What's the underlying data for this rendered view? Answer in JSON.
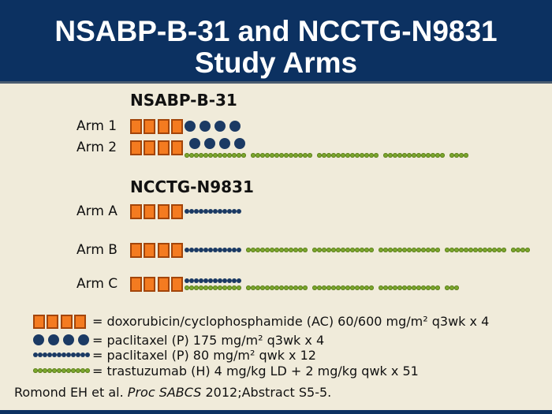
{
  "title": {
    "line1": "NSABP-B-31 and NCCTG-N9831",
    "line2": "Study Arms"
  },
  "colors": {
    "header_bg": "#0c3161",
    "body_bg": "#f0ebda",
    "separator": "#4a5c70",
    "ac_square_fill": "#f47b20",
    "ac_square_border": "#a3450a",
    "paclitaxel_navy": "#1b3a64",
    "trastuzumab_green": "#7ca82e"
  },
  "studies": [
    {
      "heading": "NSABP-B-31",
      "arms": [
        {
          "label": "Arm 1",
          "segments": [
            {
              "kind": "squares",
              "count": 4
            },
            {
              "kind": "circles",
              "count": 4
            }
          ]
        },
        {
          "label": "Arm 2",
          "segments": [
            {
              "kind": "squares",
              "count": 4
            },
            {
              "kind": "stack",
              "top": [
                {
                  "kind": "circles",
                  "count": 4
                }
              ],
              "bottom": [
                {
                  "kind": "dotgroups",
                  "color": "green",
                  "groups": [
                    13,
                    13,
                    13,
                    13,
                    4
                  ]
                }
              ]
            }
          ]
        }
      ]
    },
    {
      "heading": "NCCTG-N9831",
      "arms": [
        {
          "label": "Arm A",
          "segments": [
            {
              "kind": "squares",
              "count": 4
            },
            {
              "kind": "dotgroups",
              "color": "navy",
              "groups": [
                12
              ]
            }
          ]
        },
        {
          "label": "Arm B",
          "segments": [
            {
              "kind": "squares",
              "count": 4
            },
            {
              "kind": "dotgroups",
              "color": "navy",
              "groups": [
                12
              ]
            },
            {
              "kind": "dotgroups",
              "color": "green",
              "groups": [
                13,
                13,
                13,
                13,
                4
              ]
            }
          ]
        },
        {
          "label": "Arm C",
          "segments": [
            {
              "kind": "squares",
              "count": 4
            },
            {
              "kind": "stack",
              "top": [
                {
                  "kind": "dotgroups",
                  "color": "navy",
                  "groups": [
                    12
                  ]
                }
              ],
              "bottom": [
                {
                  "kind": "dotgroups",
                  "color": "green",
                  "groups": [
                    12,
                    13,
                    13,
                    13,
                    3
                  ]
                }
              ]
            }
          ]
        }
      ]
    }
  ],
  "legend": [
    {
      "symbol": "squares",
      "count": 4,
      "text": "= doxorubicin/cyclophosphamide (AC) 60/600 mg/m² q3wk x 4"
    },
    {
      "symbol": "circles",
      "count": 4,
      "text": "= paclitaxel (P) 175 mg/m² q3wk x 4"
    },
    {
      "symbol": "navy-dots",
      "count": 12,
      "text": "= paclitaxel (P) 80 mg/m² qwk x 12"
    },
    {
      "symbol": "green-dots",
      "count": 12,
      "text": "= trastuzumab (H) 4 mg/kg LD + 2 mg/kg qwk x 51"
    }
  ],
  "citation": {
    "prefix": "Romond EH et al. ",
    "italic": "Proc SABCS",
    "suffix": " 2012;Abstract S5-5."
  }
}
